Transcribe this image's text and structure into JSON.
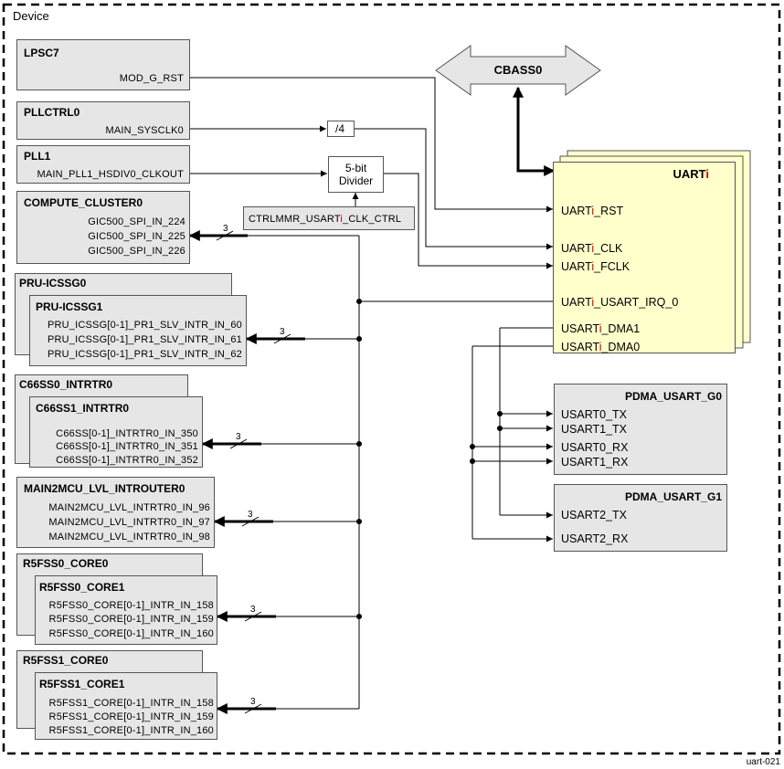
{
  "device_label": "Device",
  "figure_id": "uart-021",
  "lpsc7": {
    "title": "LPSC7",
    "signal": "MOD_G_RST"
  },
  "pllctrl0": {
    "title": "PLLCTRL0",
    "signal": "MAIN_SYSCLK0"
  },
  "pll1": {
    "title": "PLL1",
    "signal": "MAIN_PLL1_HSDIV0_CLKOUT"
  },
  "div4": "/4",
  "divider": {
    "line1": "5-bit",
    "line2": "Divider"
  },
  "ctrlmmr": {
    "prefix": "CTRLMMR_USART",
    "i": "i",
    "suffix": "_CLK_CTRL"
  },
  "compute_cluster": {
    "title": "COMPUTE_CLUSTER0",
    "signals": [
      "GIC500_SPI_IN_224",
      "GIC500_SPI_IN_225",
      "GIC500_SPI_IN_226"
    ]
  },
  "pru": {
    "outer_title": "PRU-ICSSG0",
    "inner_title": "PRU-ICSSG1",
    "signals": [
      "PRU_ICSSG[0-1]_PR1_SLV_INTR_IN_60",
      "PRU_ICSSG[0-1]_PR1_SLV_INTR_IN_61",
      "PRU_ICSSG[0-1]_PR1_SLV_INTR_IN_62"
    ]
  },
  "c66": {
    "outer_title": "C66SS0_INTRTR0",
    "inner_title": "C66SS1_INTRTR0",
    "signals": [
      "C66SS[0-1]_INTRTR0_IN_350",
      "C66SS[0-1]_INTRTR0_IN_351",
      "C66SS[0-1]_INTRTR0_IN_352"
    ]
  },
  "main2mcu": {
    "title": "MAIN2MCU_LVL_INTROUTER0",
    "signals": [
      "MAIN2MCU_LVL_INTRTR0_IN_96",
      "MAIN2MCU_LVL_INTRTR0_IN_97",
      "MAIN2MCU_LVL_INTRTR0_IN_98"
    ]
  },
  "r5fss0": {
    "outer_title": "R5FSS0_CORE0",
    "inner_title": "R5FSS0_CORE1",
    "signals": [
      "R5FSS0_CORE[0-1]_INTR_IN_158",
      "R5FSS0_CORE[0-1]_INTR_IN_159",
      "R5FSS0_CORE[0-1]_INTR_IN_160"
    ]
  },
  "r5fss1": {
    "outer_title": "R5FSS1_CORE0",
    "inner_title": "R5FSS1_CORE1",
    "signals": [
      "R5FSS1_CORE[0-1]_INTR_IN_158",
      "R5FSS1_CORE[0-1]_INTR_IN_159",
      "R5FSS1_CORE[0-1]_INTR_IN_160"
    ]
  },
  "bus_width": "3",
  "cbass": "CBASS0",
  "uart": {
    "title_prefix": "UART",
    "i": "i",
    "rst": {
      "prefix": "UART",
      "suffix": "_RST"
    },
    "clk": {
      "prefix": "UART",
      "suffix": "_CLK"
    },
    "fclk": {
      "prefix": "UART",
      "suffix": "_FCLK"
    },
    "irq": {
      "prefix": "UART",
      "suffix": "_USART_IRQ_0"
    },
    "dma1": {
      "prefix": "USART",
      "suffix": "_DMA1"
    },
    "dma0": {
      "prefix": "USART",
      "suffix": "_DMA0"
    }
  },
  "pdma_g0": {
    "title": "PDMA_USART_G0",
    "signals": [
      "USART0_TX",
      "USART1_TX",
      "USART0_RX",
      "USART1_RX"
    ]
  },
  "pdma_g1": {
    "title": "PDMA_USART_G1",
    "signals": [
      "USART2_TX",
      "USART2_RX"
    ]
  }
}
